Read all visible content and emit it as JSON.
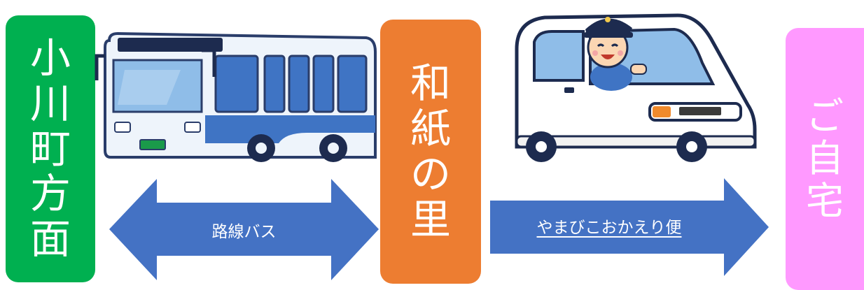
{
  "nodes": {
    "origin": {
      "chars": [
        "小",
        "川",
        "町",
        "方",
        "面"
      ]
    },
    "hub": {
      "chars": [
        "和",
        "紙",
        "の",
        "里"
      ]
    },
    "destination": {
      "chars": [
        "ご",
        "自",
        "宅"
      ]
    }
  },
  "links": {
    "bus": {
      "label": "路線バス"
    },
    "ride": {
      "label": "やまびこおかえり便"
    }
  },
  "colors": {
    "origin": "#00b050",
    "hub": "#ed7d31",
    "destination": "#ff99ff",
    "arrow": "#4472c4"
  },
  "icons": {
    "bus": "bus-icon",
    "van": "delivery-van-icon",
    "driver": "driver-icon"
  }
}
